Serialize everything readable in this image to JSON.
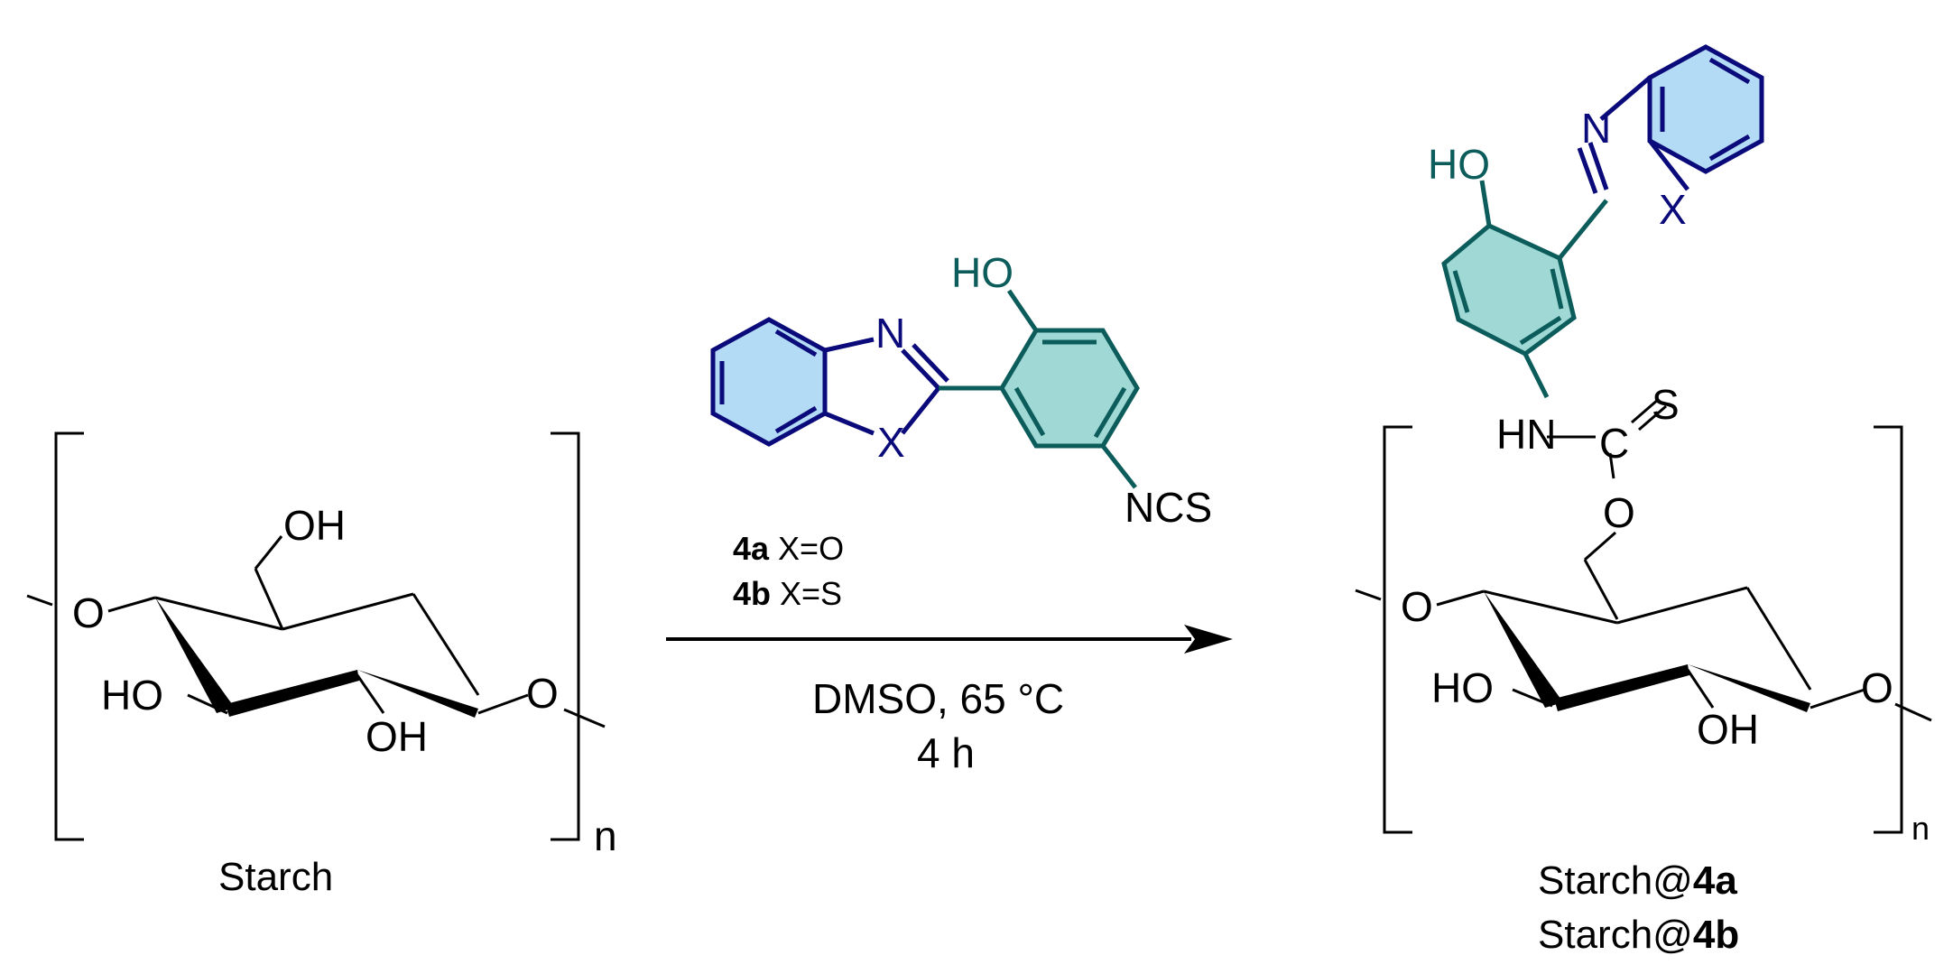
{
  "colors": {
    "black": "#000000",
    "navy": "#0a0a7a",
    "teal": "#0b5c5a",
    "blue_fill": "#b3dbf5",
    "teal_fill": "#9fd8d5"
  },
  "starch": {
    "label": "Starch",
    "oh_ch2": "OH",
    "ho_left": "HO",
    "oh_bottom": "OH",
    "o_left": "O",
    "o_right": "O",
    "n": "n"
  },
  "reagent": {
    "ho": "HO",
    "n": "N",
    "x": "X",
    "ncs": "NCS",
    "line_a_bold": "4a",
    "line_a_text": " X=O",
    "line_b_bold": "4b",
    "line_b_text": " X=S"
  },
  "conditions": {
    "line1": "DMSO, 65 °C",
    "line2": "4 h"
  },
  "product": {
    "ho": "HO",
    "n": "N",
    "x": "X",
    "hn": "HN",
    "c": "C",
    "s": "S",
    "o_link": "O",
    "o_left": "O",
    "o_right": "O",
    "ho_left": "HO",
    "oh_bottom": "OH",
    "n_sub": "n",
    "label1_pre": "Starch@",
    "label1_bold": "4a",
    "label2_pre": "Starch@",
    "label2_bold": "4b"
  }
}
